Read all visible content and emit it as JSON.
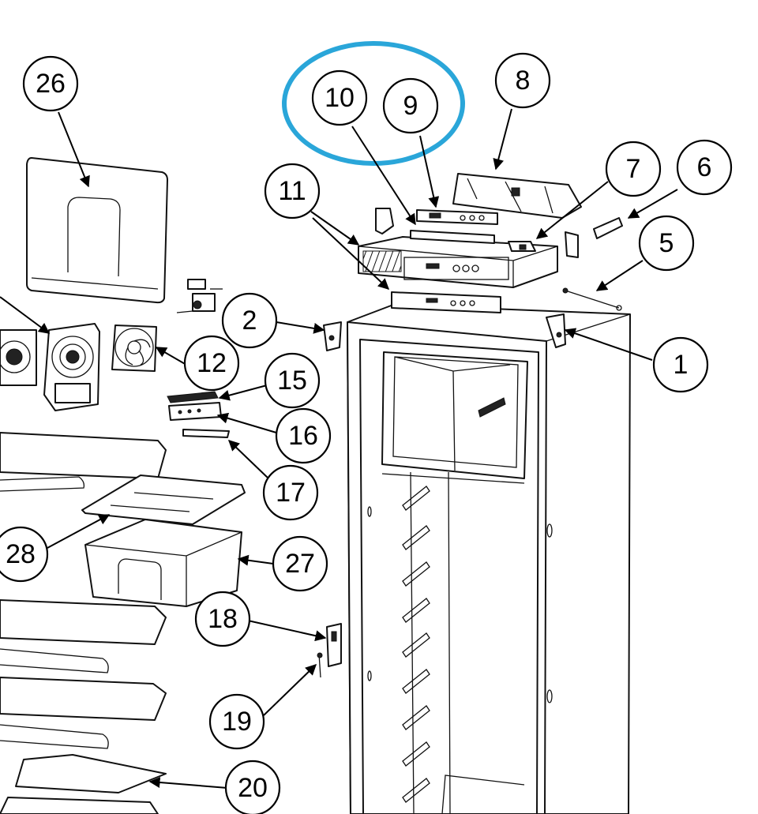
{
  "highlight_color": "#2aa6d9",
  "line_color": "#000000",
  "callouts": [
    {
      "label": "26"
    },
    {
      "label": "10"
    },
    {
      "label": "9"
    },
    {
      "label": "8"
    },
    {
      "label": "7"
    },
    {
      "label": "6"
    },
    {
      "label": "11"
    },
    {
      "label": "5"
    },
    {
      "label": "2"
    },
    {
      "label": "1"
    },
    {
      "label": "12"
    },
    {
      "label": "15"
    },
    {
      "label": "16"
    },
    {
      "label": "17"
    },
    {
      "label": "28"
    },
    {
      "label": "27"
    },
    {
      "label": "18"
    },
    {
      "label": "19"
    },
    {
      "label": "20"
    }
  ]
}
